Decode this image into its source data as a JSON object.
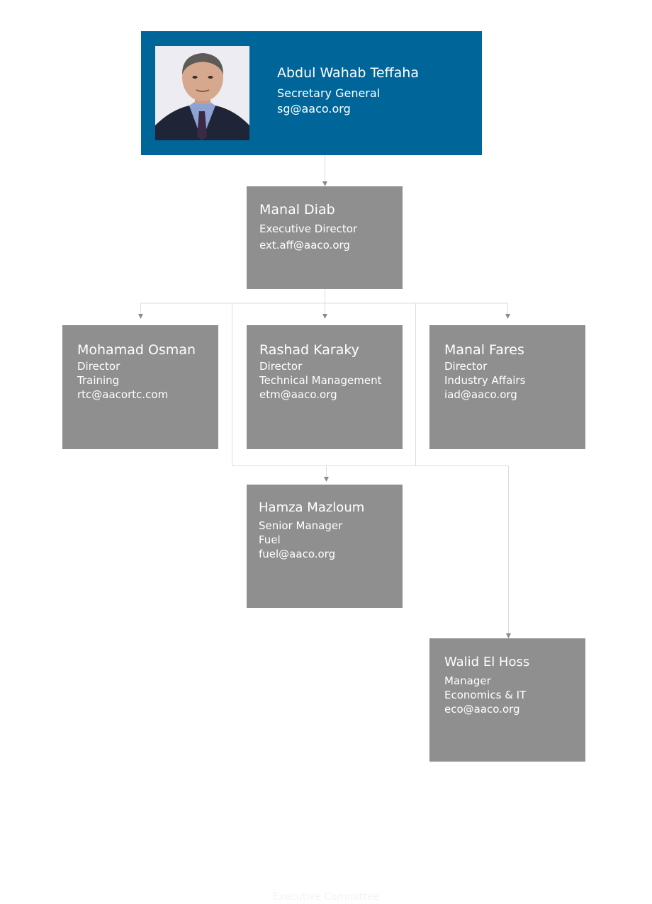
{
  "colors": {
    "top_box": "#00669a",
    "box": "#8f8f8f",
    "connector": "#dcdcdc",
    "arrow": "#8a8a8a"
  },
  "top": {
    "name": "Abdul Wahab Teffaha",
    "title": "Secretary General",
    "email": "sg@aaco.org",
    "photo": "portrait-photo"
  },
  "executive": {
    "name": "Manal Diab",
    "title": "Executive Director",
    "email": "ext.aff@aaco.org"
  },
  "directors": [
    {
      "name": "Mohamad Osman",
      "title": "Director",
      "dept": "Training",
      "email": "rtc@aacortc.com"
    },
    {
      "name": "Rashad Karaky",
      "title": "Director",
      "dept": "Technical Management",
      "email": "etm@aaco.org"
    },
    {
      "name": "Manal Fares",
      "title": "Director",
      "dept": "Industry Affairs",
      "email": "iad@aaco.org"
    }
  ],
  "fuel": {
    "name": "Hamza Mazloum",
    "title": "Senior Manager",
    "dept": "Fuel",
    "email": "fuel@aaco.org"
  },
  "economics": {
    "name": "Walid El Hoss",
    "title": "Manager",
    "dept": "Economics & IT",
    "email": "eco@aaco.org"
  },
  "footer_text": "Executive Committee"
}
